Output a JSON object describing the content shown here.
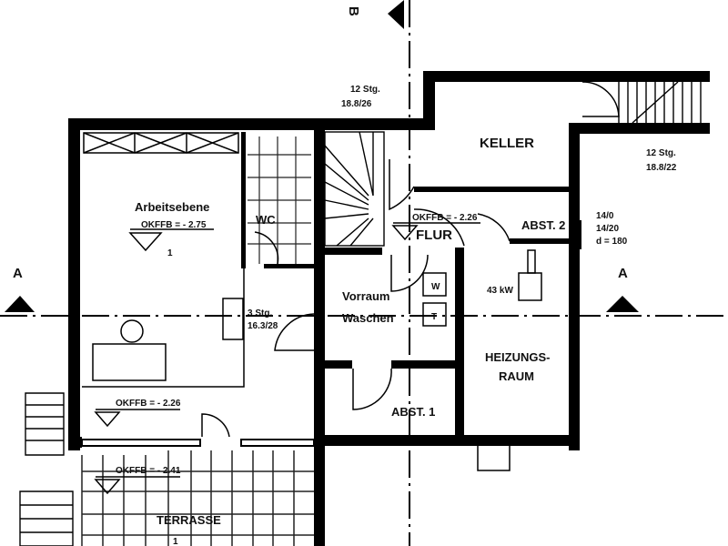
{
  "plan": {
    "section_markers": {
      "a_left": "A",
      "a_right": "A",
      "b_top": "B"
    },
    "stairs": {
      "top_middle": {
        "count": "12 Stg.",
        "ratio": "18.8/26"
      },
      "top_right": {
        "count": "12 Stg.",
        "ratio": "18.8/22"
      },
      "inner": {
        "count": "3 Stg.",
        "ratio": "16.3/28"
      }
    },
    "rooms": {
      "arbeitsebene": {
        "name": "Arbeitsebene",
        "level": "OKFFB = - 2.75",
        "number": "1"
      },
      "wc": {
        "name": "WC"
      },
      "keller": {
        "name": "KELLER"
      },
      "flur": {
        "name": "FLUR",
        "level": "OKFFB = - 2.26"
      },
      "abst2": {
        "name": "ABST. 2"
      },
      "vorraum": {
        "name_line1": "Vorraum",
        "name_line2": "Waschen"
      },
      "heizung": {
        "name_line1": "HEIZUNGS-",
        "name_line2": "RAUM",
        "power": "43 kW"
      },
      "abst1": {
        "name": "ABST. 1"
      },
      "lower_level": {
        "level": "OKFFB = - 2.26"
      },
      "terrasse": {
        "name": "TERRASSE",
        "level": "OKFFB = - 2.41",
        "number": "1"
      }
    },
    "chimney": {
      "line1": "14/0",
      "line2": "14/20",
      "line3": "d = 180"
    },
    "appliances": {
      "washer": "W",
      "dryer": "T"
    }
  }
}
